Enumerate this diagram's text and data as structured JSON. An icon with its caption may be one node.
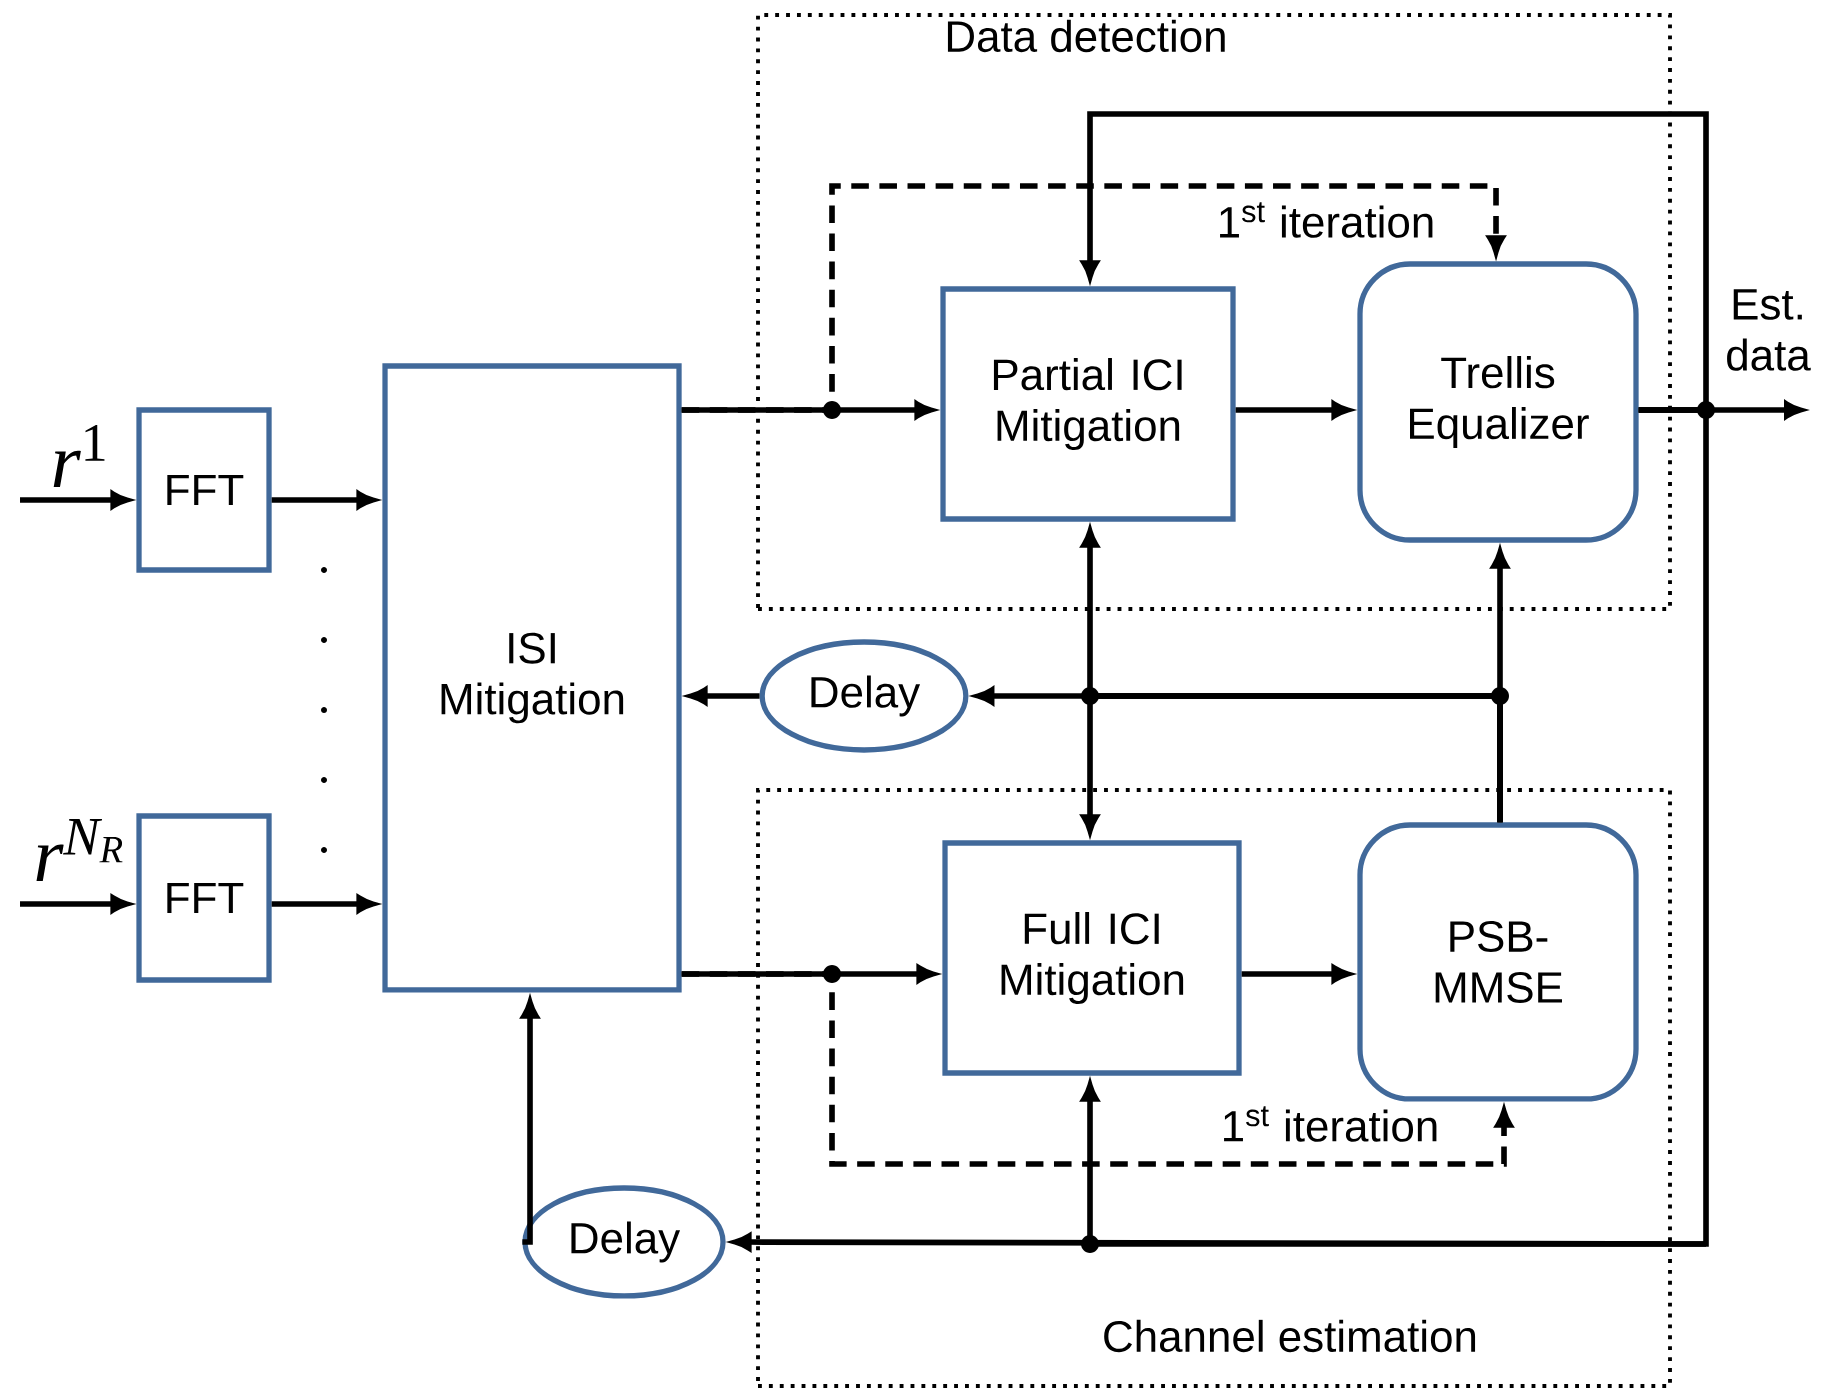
{
  "diagram": {
    "nodes": [
      {
        "text": [
          "Data detection"
        ]
      },
      {
        "text": [
          "Channel estimation"
        ]
      },
      {
        "text": [
          "FFT"
        ]
      },
      {
        "text": [
          "FFT"
        ]
      },
      {
        "text": [
          "ISI Mitigation"
        ]
      },
      {
        "text": [
          "Partial ICI Mitigation"
        ],
        "in": 0
      },
      {
        "text": [
          "Trellis Equalizer"
        ],
        "in": 0
      },
      {
        "text": [
          "Full ICI Mitigation"
        ],
        "in": 1
      },
      {
        "text": [
          "PSB- MMSE"
        ],
        "in": 1
      },
      {
        "text": [
          "Delay"
        ]
      },
      {
        "text": [
          "Delay"
        ]
      }
    ],
    "edges": [
      {
        "from": null,
        "to": 2,
        "arrow": "to",
        "label": "r^{1}"
      },
      {
        "from": null,
        "to": 3,
        "arrow": "to",
        "label": "r^{N_R}"
      },
      {
        "from": 2,
        "to": 4,
        "arrow": "to"
      },
      {
        "from": 3,
        "to": 4,
        "arrow": "to"
      },
      {
        "from": 4,
        "to": 5,
        "arrow": "to"
      },
      {
        "from": 4,
        "to": 6,
        "arrow": "to",
        "style": "dashed",
        "label": "1$^{st}$ iteration"
      },
      {
        "from": 5,
        "to": 6,
        "arrow": "to"
      },
      {
        "from": 6,
        "to": null,
        "arrow": "to",
        "label": "Est. data"
      },
      {
        "from": 6,
        "to": 5,
        "arrow": "to"
      },
      {
        "from": 6,
        "to": 10,
        "arrow": "to"
      },
      {
        "from": 6,
        "to": 7,
        "arrow": "to"
      },
      {
        "from": 4,
        "to": 7,
        "arrow": "to"
      },
      {
        "from": 4,
        "to": 8,
        "arrow": "to",
        "style": "dashed",
        "label": "1$^{st}$ iteration"
      },
      {
        "from": 7,
        "to": 8,
        "arrow": "to"
      },
      {
        "from": 8,
        "to": 6,
        "arrow": "to"
      },
      {
        "from": 8,
        "to": 5,
        "arrow": "to"
      },
      {
        "from": 8,
        "to": 7,
        "arrow": "to"
      },
      {
        "from": 8,
        "to": 9,
        "arrow": "to"
      },
      {
        "from": 9,
        "to": 4,
        "arrow": "to"
      },
      {
        "from": 10,
        "to": 4,
        "arrow": "to"
      }
    ]
  }
}
